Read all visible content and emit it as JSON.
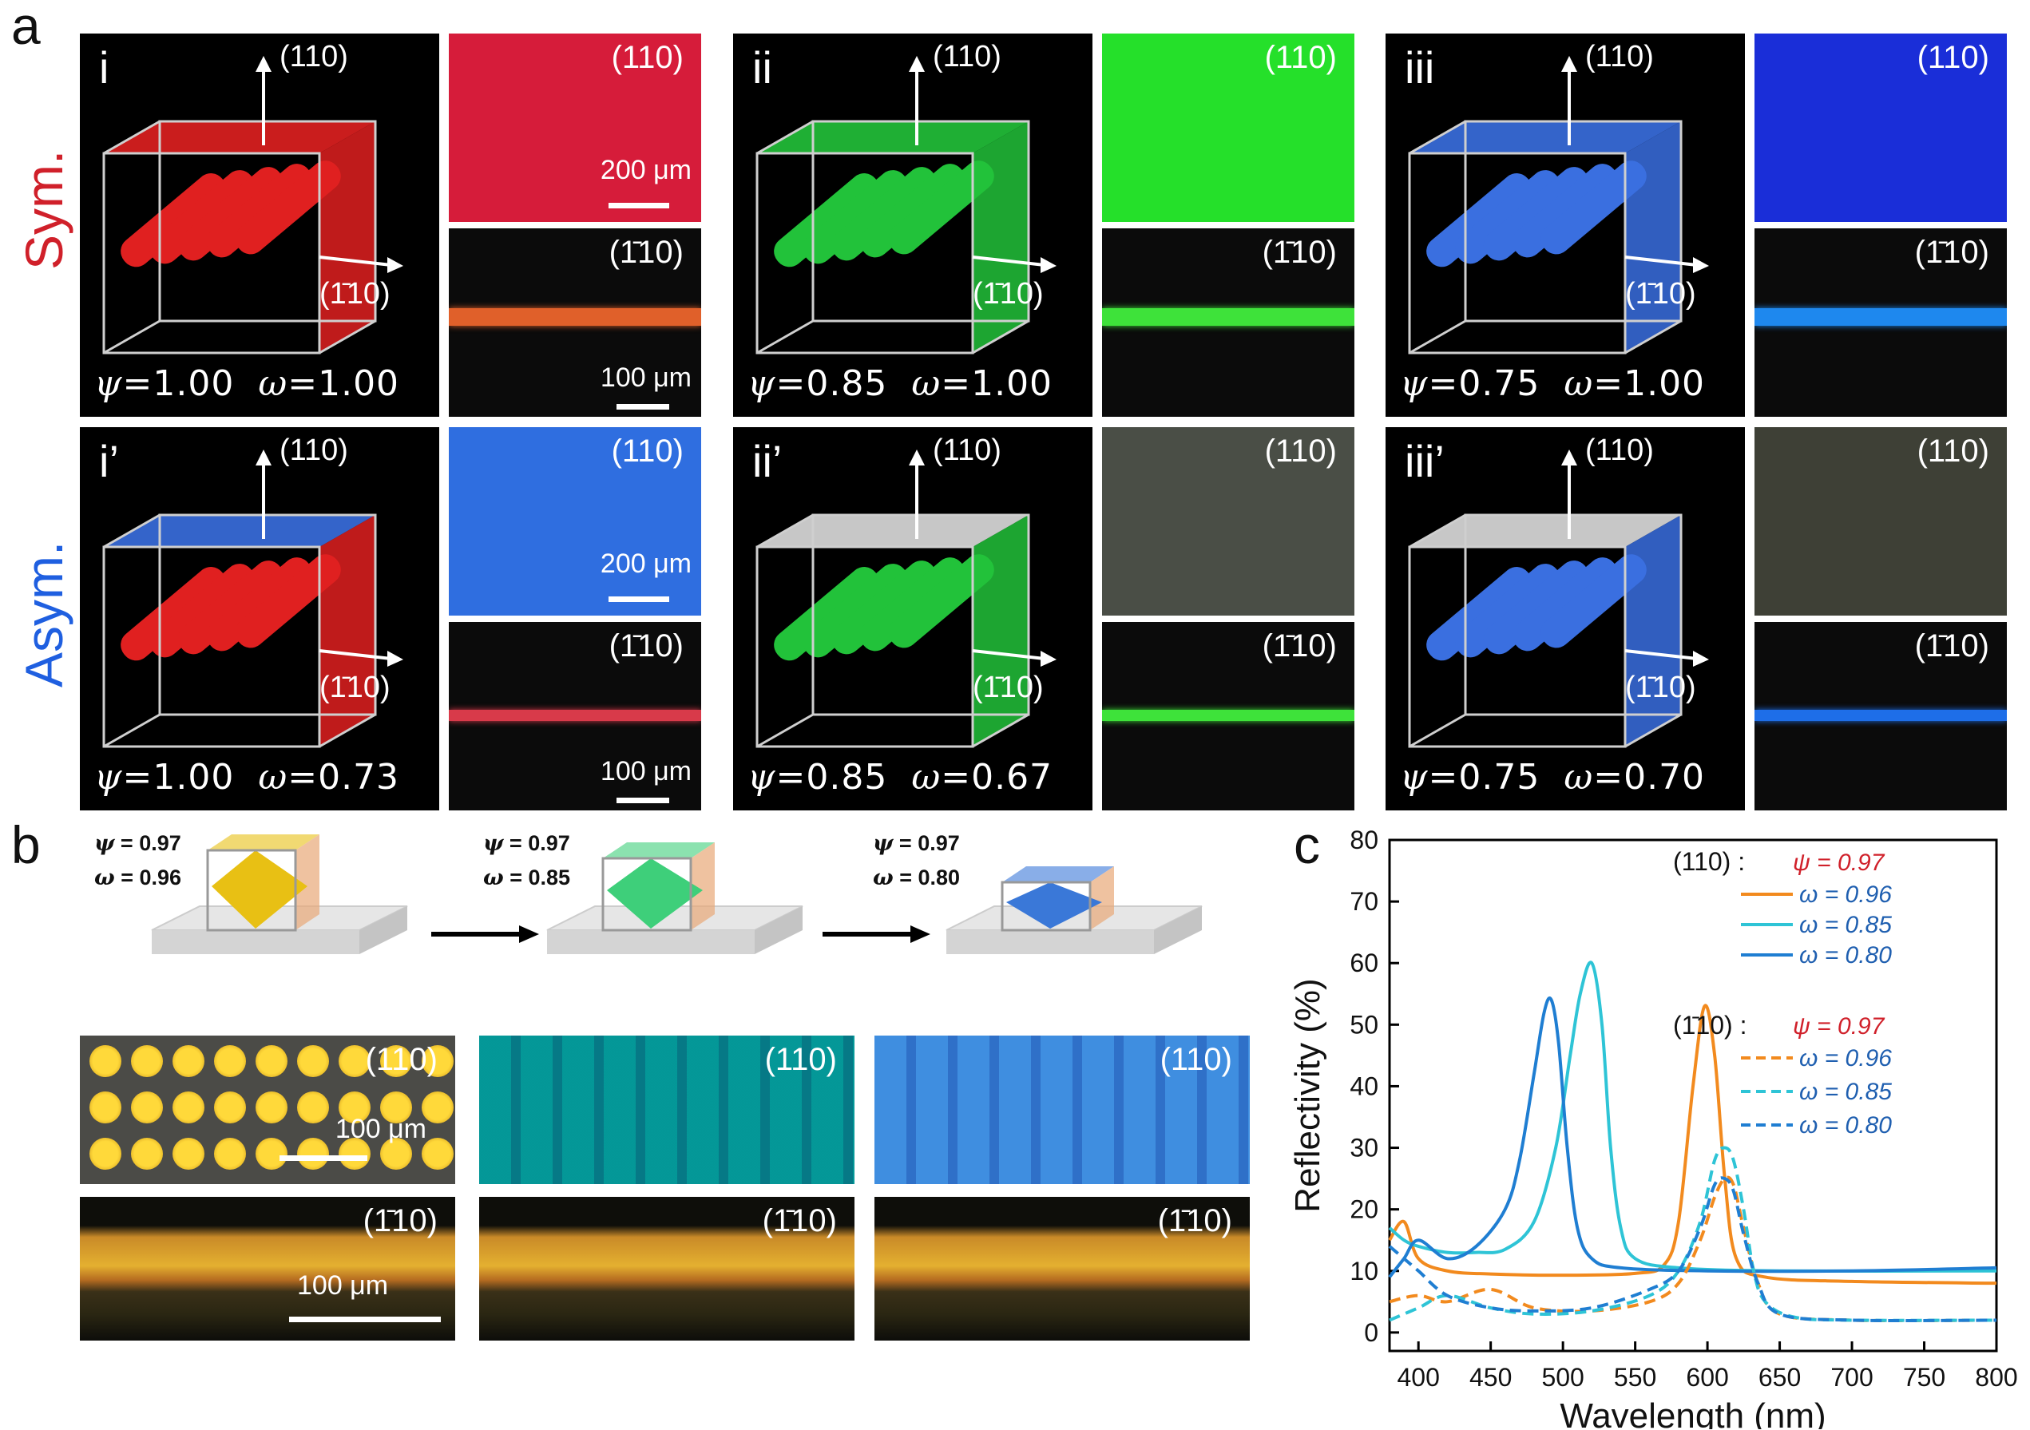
{
  "panel_a": {
    "letter": "a",
    "row_labels": {
      "sym": "Sym.",
      "asym": "Asym."
    },
    "row_colors": {
      "sym": "#d0202a",
      "asym": "#1f5fe0"
    },
    "cells": [
      {
        "roman": "i",
        "psi": "1.00",
        "omega": "1.00",
        "color": "#e02020",
        "top_face": "#e02020"
      },
      {
        "roman": "ii",
        "psi": "0.85",
        "omega": "1.00",
        "color": "#22c23a",
        "top_face": "#22c23a"
      },
      {
        "roman": "iii",
        "psi": "0.75",
        "omega": "1.00",
        "color": "#3a6fe0",
        "top_face": "#3a6fe0"
      },
      {
        "roman": "i’",
        "psi": "1.00",
        "omega": "0.73",
        "color": "#e02020",
        "top_face": "#3a6fe0"
      },
      {
        "roman": "ii’",
        "psi": "0.85",
        "omega": "0.67",
        "color": "#22c23a",
        "top_face": "#dddddd"
      },
      {
        "roman": "iii’",
        "psi": "0.75",
        "omega": "0.70",
        "color": "#3a6fe0",
        "top_face": "#dddddd"
      }
    ],
    "vec_top": "(110)",
    "vec_side": "(1̄10)",
    "psi_symbol": "ψ",
    "omega_symbol": "ω",
    "eq": "=",
    "micrographs": [
      {
        "top": "(110)",
        "bottom": "(1̄10)",
        "top_color": "#d61c3a",
        "stripe": "#e0602a",
        "top_bar": "200 μm",
        "bottom_bar": "100 μm"
      },
      {
        "top": "(110)",
        "bottom": "(1̄10)",
        "top_color": "#25e02a",
        "stripe": "#3ee23a"
      },
      {
        "top": "(110)",
        "bottom": "(1̄10)",
        "top_color": "#1a2ed8",
        "stripe": "#1e88ee"
      },
      {
        "top": "(110)",
        "bottom": "(1̄10)",
        "top_color": "#2f6ee0",
        "stripe": "#d83a4a",
        "top_bar": "200 μm",
        "bottom_bar": "100 μm"
      },
      {
        "top": "(110)",
        "bottom": "(1̄10)",
        "top_color": "#4a4e46",
        "stripe": "#3ee23a"
      },
      {
        "top": "(110)",
        "bottom": "(1̄10)",
        "top_color": "#3e4036",
        "stripe": "#1e6ee8"
      }
    ]
  },
  "panel_b": {
    "letter": "b",
    "stages": [
      {
        "psi": "0.97",
        "omega": "0.96",
        "color": "#e8c014",
        "pattern": "dots",
        "micro_top": "(110)",
        "micro_bottom": "(1̄10)"
      },
      {
        "psi": "0.97",
        "omega": "0.85",
        "color": "#3ecf7a",
        "pattern": "grid-cyan",
        "micro_top": "(110)",
        "micro_bottom": "(1̄10)"
      },
      {
        "psi": "0.97",
        "omega": "0.80",
        "color": "#3a78d8",
        "pattern": "grid-blue",
        "micro_top": "(110)",
        "micro_bottom": "(1̄10)"
      }
    ],
    "psi_prefix": "ψ = ",
    "omega_prefix": "ω = ",
    "scale_top": "100 μm",
    "scale_bottom": "100 μm"
  },
  "panel_c": {
    "letter": "c",
    "legend": {
      "group1_label": "(110)",
      "group2_label": "(1̄10)",
      "colon": " :",
      "psi_label": "ψ = 0.97",
      "omega_labels": [
        "ω = 0.96",
        "ω = 0.85",
        "ω = 0.80"
      ]
    }
  },
  "chart_data": {
    "type": "line",
    "xlabel": "Wavelength (nm)",
    "ylabel": "Reflectivity (%)",
    "xlim": [
      380,
      800
    ],
    "ylim": [
      -3,
      80
    ],
    "xticks": [
      400,
      450,
      500,
      550,
      600,
      650,
      700,
      750,
      800
    ],
    "yticks": [
      0,
      10,
      20,
      30,
      40,
      50,
      60,
      70,
      80
    ],
    "legend_position": "top-right",
    "colors": {
      "orange": "#f28a1e",
      "cyan": "#2ec4d6",
      "blue": "#1f7ed2",
      "psi_red": "#d0202a",
      "omega_blue": "#1f5fb0"
    },
    "series": [
      {
        "name": "(110) ω = 0.96",
        "style": "solid",
        "color": "#f28a1e",
        "x": [
          380,
          390,
          400,
          420,
          450,
          500,
          550,
          570,
          580,
          590,
          598,
          605,
          612,
          620,
          640,
          700,
          800
        ],
        "y": [
          15,
          18,
          12,
          10,
          9.5,
          9.3,
          9.6,
          11,
          18,
          40,
          53,
          45,
          25,
          12,
          9,
          8.3,
          8
        ]
      },
      {
        "name": "(110) ω = 0.85",
        "style": "solid",
        "color": "#2ec4d6",
        "x": [
          380,
          390,
          400,
          420,
          440,
          460,
          480,
          495,
          505,
          512,
          520,
          527,
          533,
          540,
          550,
          580,
          650,
          800
        ],
        "y": [
          17,
          15,
          14,
          13,
          13,
          13.5,
          18,
          30,
          45,
          55,
          60,
          50,
          30,
          17,
          12,
          10.5,
          10,
          10
        ]
      },
      {
        "name": "(110) ω = 0.80",
        "style": "solid",
        "color": "#1f7ed2",
        "x": [
          380,
          390,
          400,
          420,
          440,
          460,
          470,
          480,
          487,
          492,
          497,
          503,
          510,
          520,
          540,
          600,
          700,
          800
        ],
        "y": [
          9,
          12,
          15,
          12,
          14,
          20,
          28,
          42,
          52,
          54,
          47,
          30,
          17,
          12,
          10.5,
          10,
          10,
          10.5
        ]
      },
      {
        "name": "(1̄10) ω = 0.96",
        "style": "dashed",
        "color": "#f28a1e",
        "x": [
          380,
          400,
          420,
          450,
          480,
          520,
          560,
          580,
          595,
          605,
          612,
          618,
          625,
          635,
          650,
          700,
          800
        ],
        "y": [
          5,
          6,
          5,
          7,
          4,
          3.5,
          5,
          8,
          15,
          22,
          25,
          24,
          17,
          8,
          3,
          2,
          2
        ]
      },
      {
        "name": "(1̄10) ω = 0.85",
        "style": "dashed",
        "color": "#2ec4d6",
        "x": [
          380,
          400,
          420,
          450,
          480,
          520,
          560,
          580,
          595,
          605,
          612,
          618,
          625,
          632,
          640,
          660,
          700,
          800
        ],
        "y": [
          2,
          4,
          6,
          4,
          3,
          3.5,
          6,
          10,
          18,
          28,
          30,
          28,
          20,
          10,
          5,
          2.5,
          2,
          2
        ]
      },
      {
        "name": "(1̄10) ω = 0.80",
        "style": "dashed",
        "color": "#1f7ed2",
        "x": [
          380,
          390,
          400,
          420,
          450,
          480,
          520,
          560,
          580,
          595,
          605,
          612,
          618,
          625,
          635,
          650,
          700,
          800
        ],
        "y": [
          14,
          12,
          10,
          6,
          4,
          3.5,
          4,
          7,
          10,
          17,
          24,
          25,
          23,
          16,
          8,
          3,
          2,
          2
        ]
      }
    ]
  }
}
